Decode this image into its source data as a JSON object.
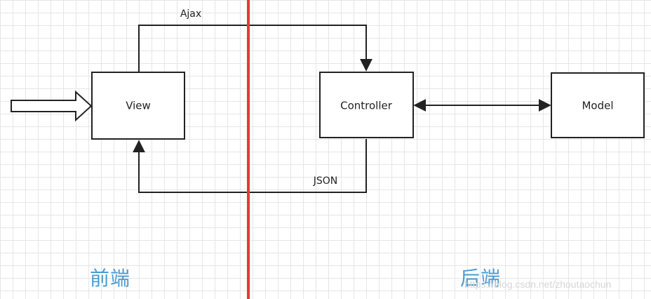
{
  "nodes": {
    "view": "View",
    "controller": "Controller",
    "model": "Model"
  },
  "edges": {
    "request": "Ajax",
    "response": "JSON"
  },
  "zones": {
    "frontend": "前端",
    "backend": "后端"
  },
  "watermark": "https://blog.csdn.net/zhoutaochun",
  "colors": {
    "divider": "#e53935",
    "zone_label": "#4a9bd1",
    "grid": "#e6e6e6"
  }
}
